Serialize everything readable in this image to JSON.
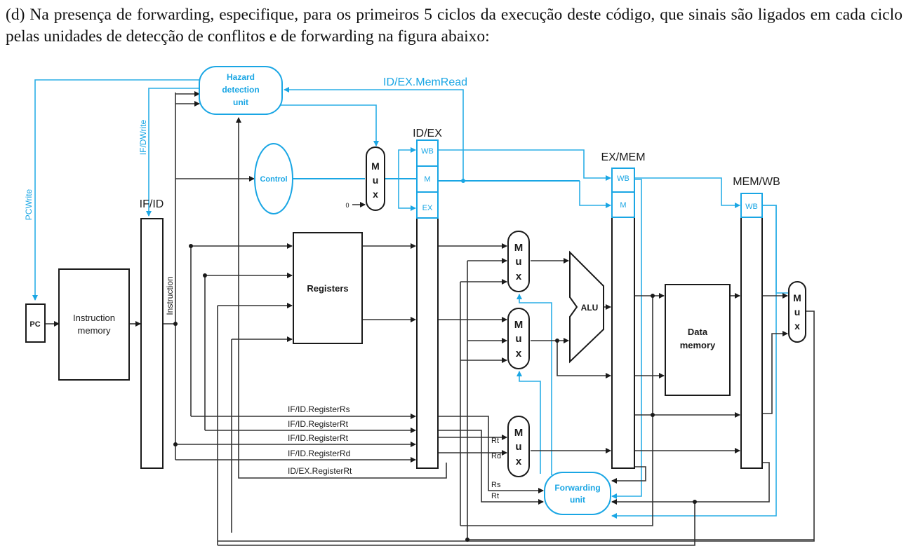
{
  "question": {
    "text": "(d) Na presença de forwarding, especifique, para os primeiros 5 ciclos da execução deste código, que sinais são ligados em cada ciclo pelas unidades de detecção de conflitos e de forwarding na figura abaixo:"
  },
  "diagram": {
    "units": {
      "hazard_line1": "Hazard",
      "hazard_line2": "detection",
      "hazard_line3": "unit",
      "control": "Control",
      "pc": "PC",
      "imem_line1": "Instruction",
      "imem_line2": "memory",
      "registers": "Registers",
      "alu": "ALU",
      "dmem_line1": "Data",
      "dmem_line2": "memory",
      "fwd_line1": "Forwarding",
      "fwd_line2": "unit",
      "instruction": "Instruction",
      "mux_m": "M",
      "mux_u": "u",
      "mux_x": "x",
      "zero": "0"
    },
    "pipeline_registers": {
      "if_id": "IF/ID",
      "id_ex": "ID/EX",
      "ex_mem": "EX/MEM",
      "mem_wb": "MEM/WB"
    },
    "control_fields": {
      "wb": "WB",
      "m": "M",
      "ex": "EX"
    },
    "signals": {
      "pcwrite": "PCWrite",
      "ifdwrite": "IF/DWrite",
      "idex_memread": "ID/EX.MemRead",
      "ifid_rs": "IF/ID.RegisterRs",
      "ifid_rt1": "IF/ID.RegisterRt",
      "ifid_rt2": "IF/ID.RegisterRt",
      "ifid_rd": "IF/ID.RegisterRd",
      "idex_rt": "ID/EX.RegisterRt",
      "rt": "Rt",
      "rd": "Rd",
      "rs": "Rs",
      "rt2": "Rt"
    }
  }
}
